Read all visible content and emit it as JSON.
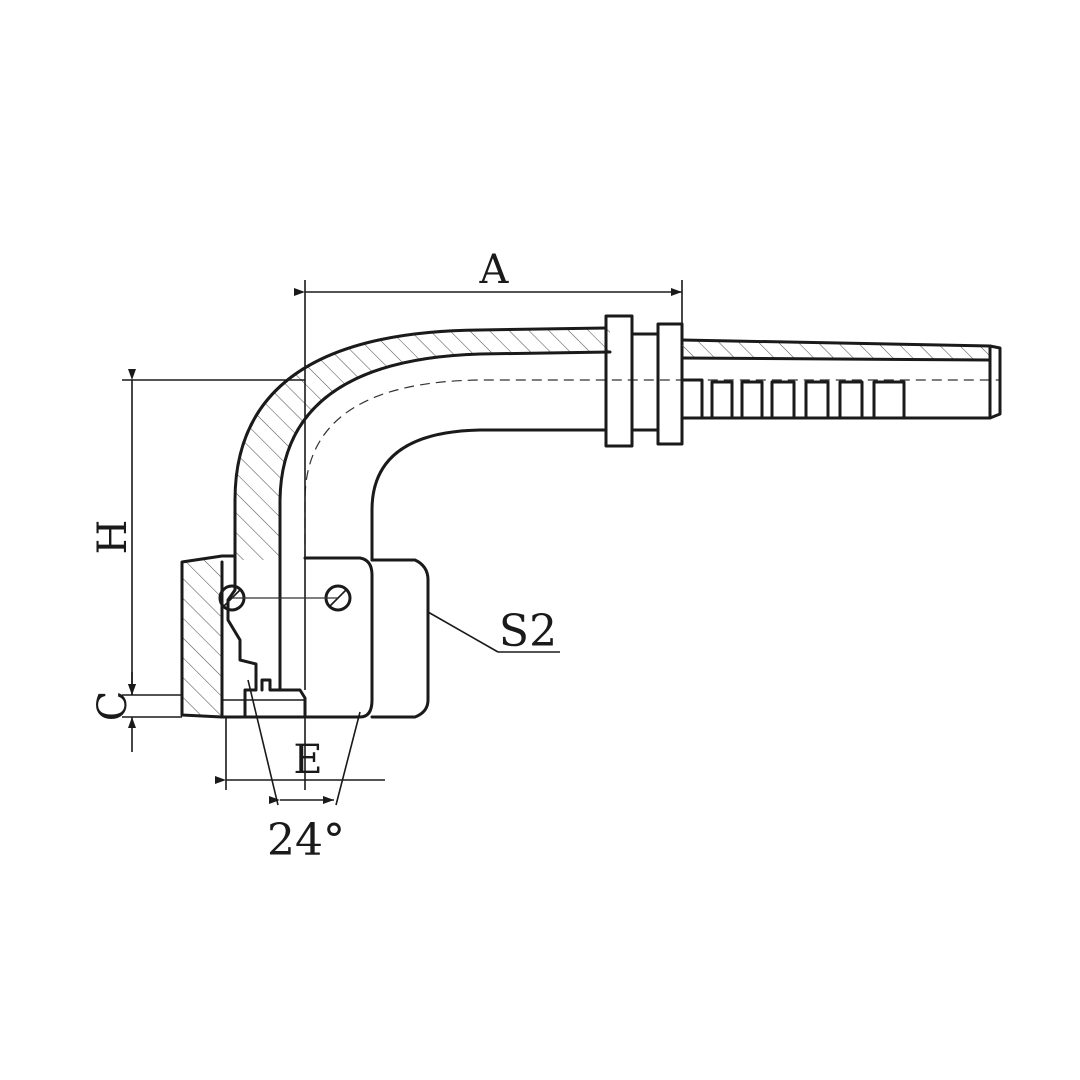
{
  "drawing": {
    "labels": {
      "a": "A",
      "h": "H",
      "c": "C",
      "e": "E",
      "s2": "S2",
      "angle": "24°"
    },
    "colors": {
      "line": "#1a1a1a",
      "background": "#ffffff"
    }
  }
}
